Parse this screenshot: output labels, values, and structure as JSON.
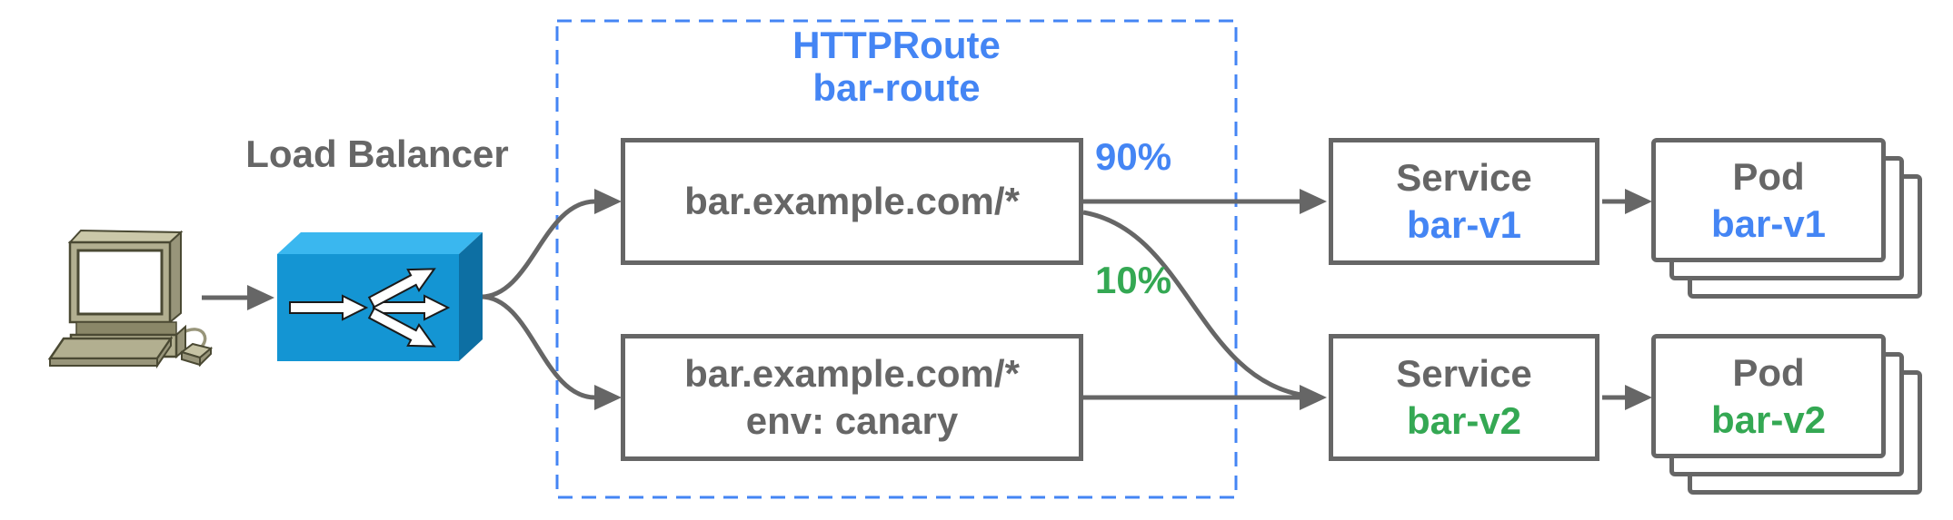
{
  "load_balancer": {
    "label": "Load Balancer"
  },
  "httproute": {
    "kind": "HTTPRoute",
    "name": "bar-route",
    "rules": [
      {
        "match": "bar.example.com/*"
      },
      {
        "match": "bar.example.com/*",
        "header": "env: canary"
      }
    ]
  },
  "weights": [
    {
      "value": "90%"
    },
    {
      "value": "10%"
    }
  ],
  "services": [
    {
      "kind": "Service",
      "name": "bar-v1"
    },
    {
      "kind": "Service",
      "name": "bar-v2"
    }
  ],
  "pods": [
    {
      "kind": "Pod",
      "name": "bar-v1"
    },
    {
      "kind": "Pod",
      "name": "bar-v2"
    }
  ],
  "icons": {
    "client": "desktop-computer",
    "load_balancer": "load-balancer-fanout-box"
  },
  "colors": {
    "accent_blue": "#4485f4",
    "accent_green": "#34a853",
    "line_gray": "#666666",
    "lb_front": "#1495d3",
    "lb_top": "#3ab7ef",
    "lb_side": "#0d6fa3",
    "pc_body": "#b2af90"
  }
}
